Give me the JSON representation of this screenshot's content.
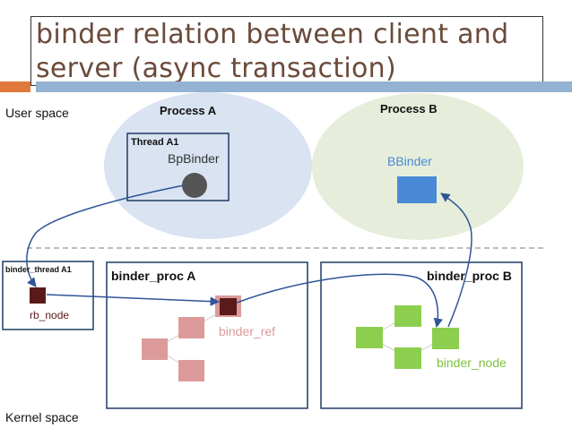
{
  "title": {
    "line1": "binder relation between client and",
    "line2": "server (async transaction)"
  },
  "user_space_label": "User space",
  "kernel_space_label": "Kernel space",
  "process_a": {
    "title": "Process A",
    "thread_label": "Thread A1",
    "proxy_label": "BpBinder"
  },
  "process_b": {
    "title": "Process B",
    "binder_label": "BBinder"
  },
  "binder_thread": {
    "title": "binder_thread A1",
    "node_label": "rb_node"
  },
  "binder_proc_a": {
    "title": "binder_proc A",
    "ref_label": "binder_ref"
  },
  "binder_proc_b": {
    "title": "binder_proc B",
    "node_label": "binder_node"
  },
  "colors": {
    "title_text": "#6b4a3a",
    "process_a_fill": "#d9e3f1",
    "process_b_fill": "#e6eedb",
    "arrow": "#2f5597",
    "dark_node": "#5a1a1a",
    "ref_fill": "#dc9a9a",
    "node_fill": "#8ccf4e",
    "bbinder_fill": "#4a89d6",
    "ref_text": "#dc9a9a",
    "node_text": "#7cc23e",
    "bbinder_text": "#4a89d6"
  }
}
